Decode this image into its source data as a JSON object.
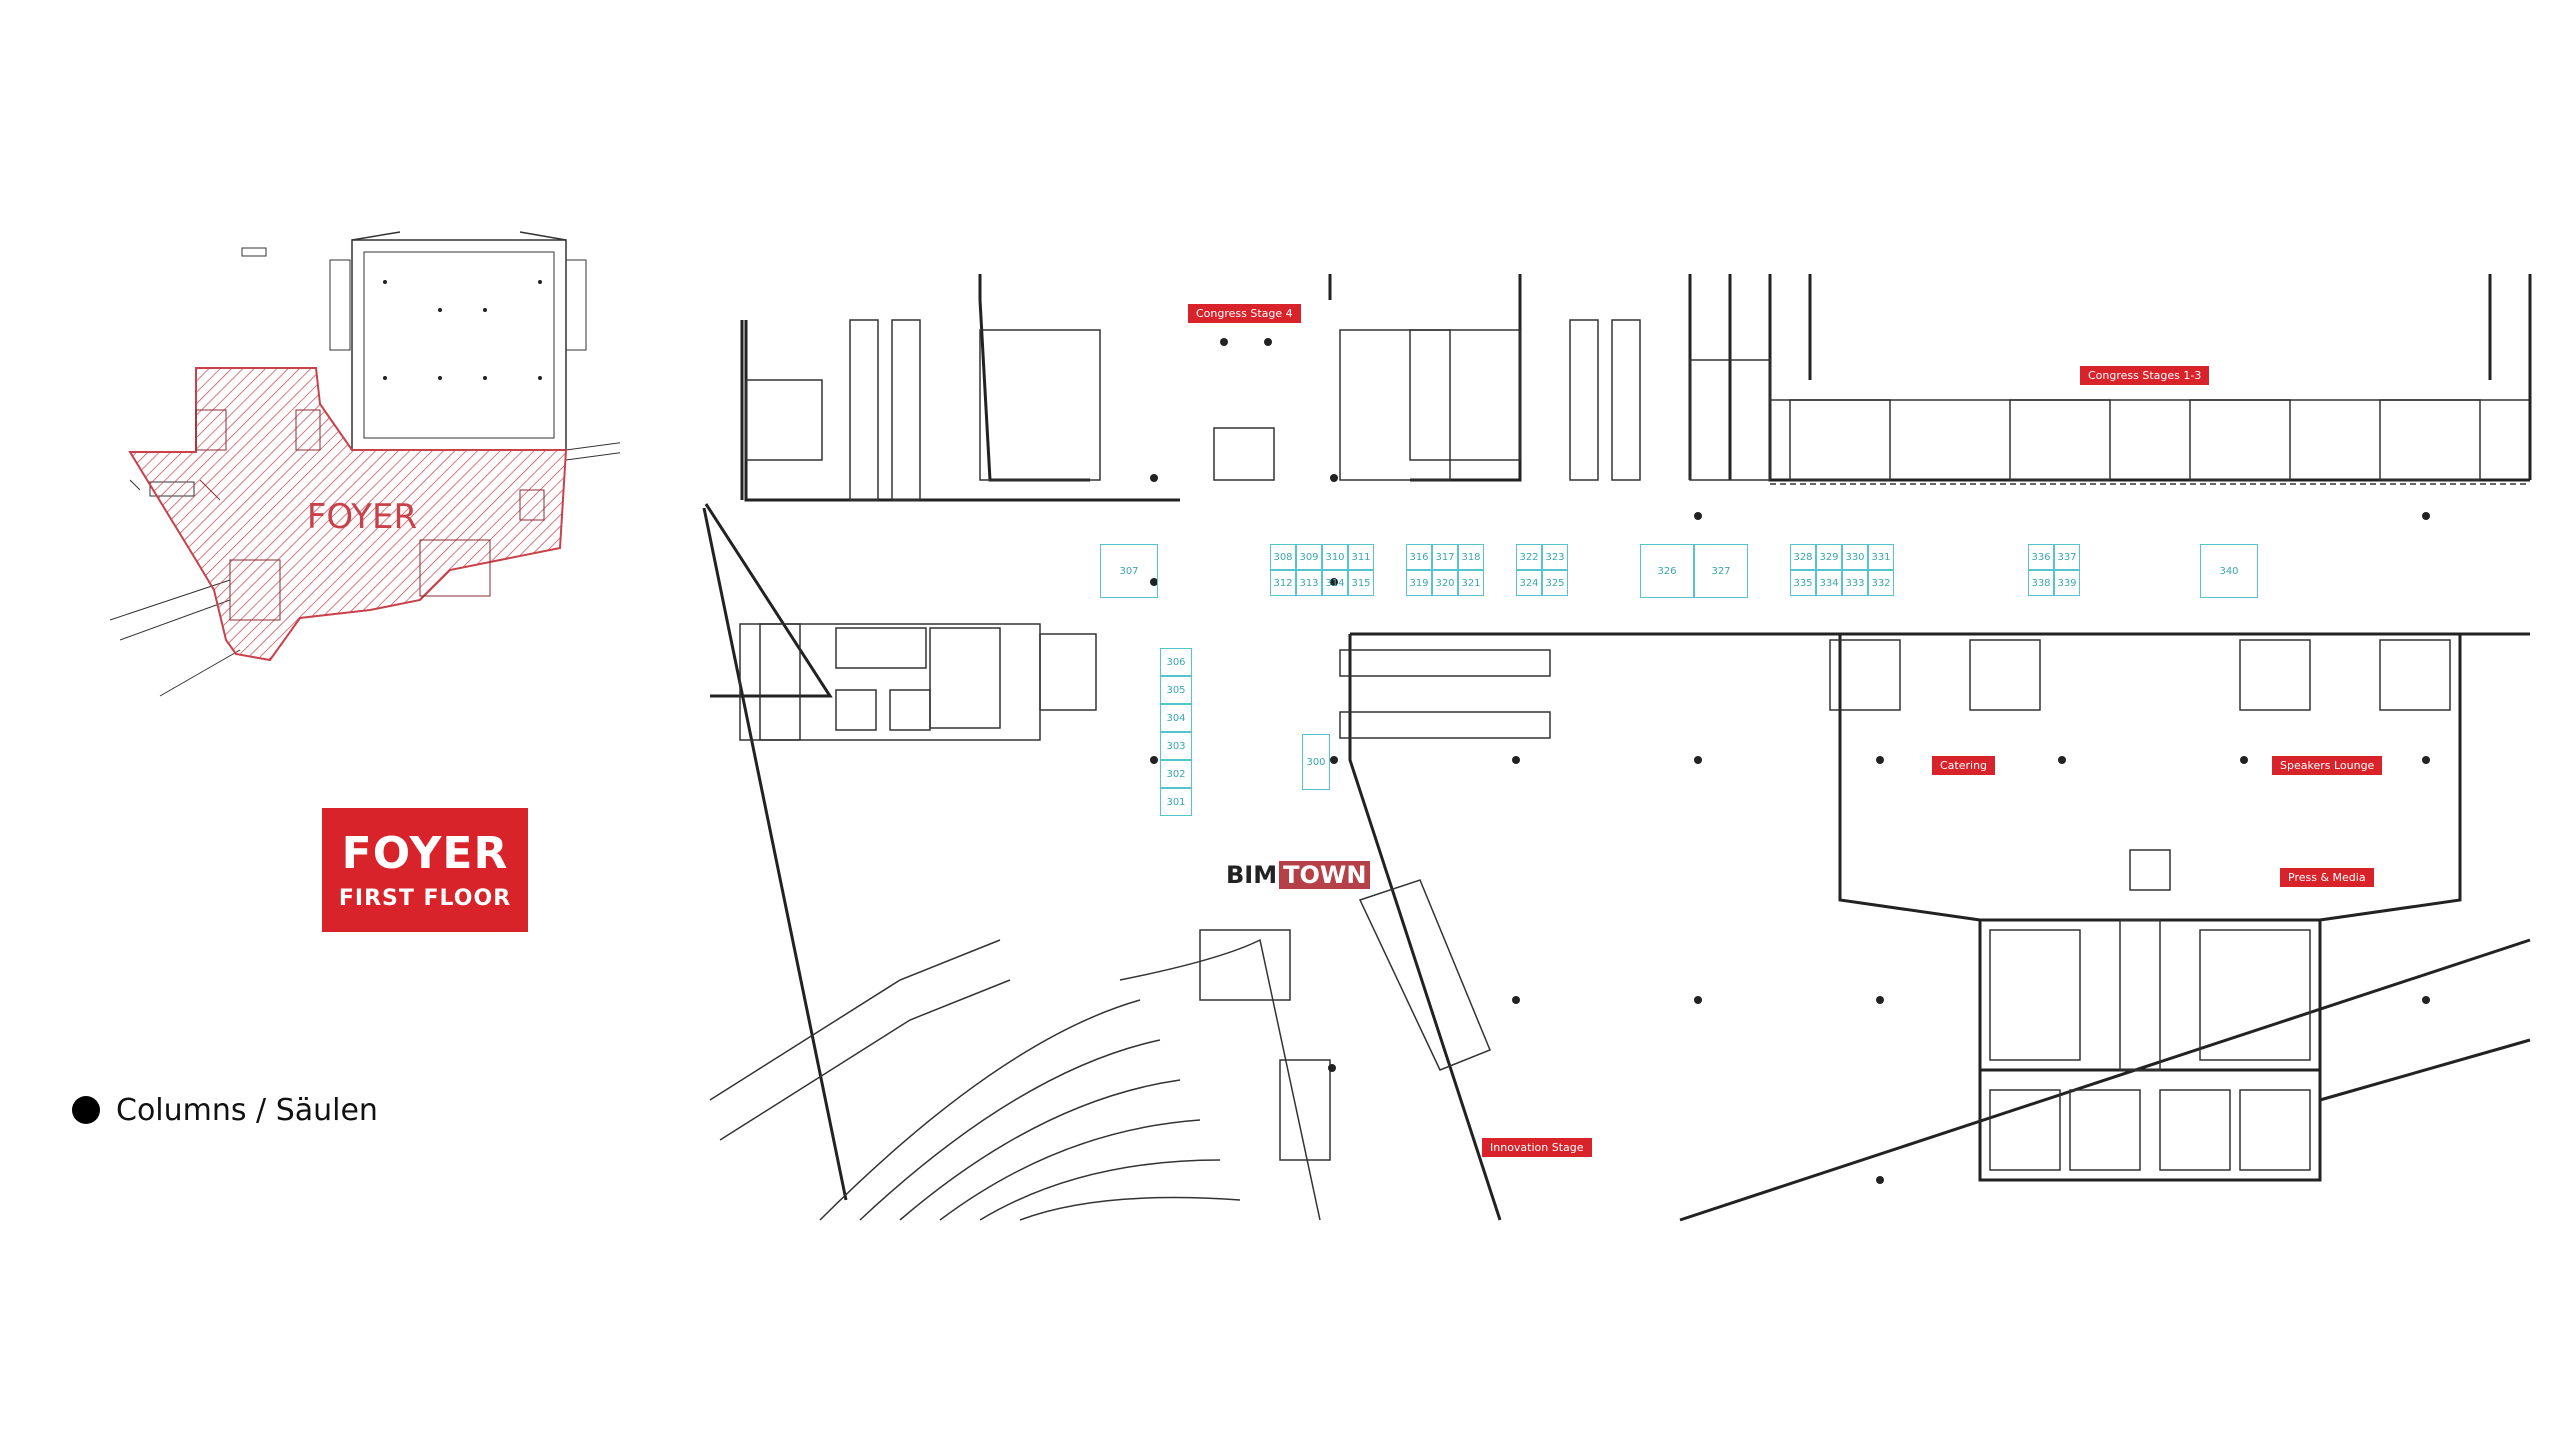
{
  "overview": {
    "label": "FOYER"
  },
  "title_box": {
    "line1": "FOYER",
    "line2": "FIRST FLOOR"
  },
  "legend": {
    "text": "Columns / Säulen"
  },
  "stage_labels": {
    "congress_stage_4": "Congress Stage 4",
    "congress_stages_1_3": "Congress Stages 1-3",
    "catering": "Catering",
    "speakers_lounge": "Speakers Lounge",
    "press_media": "Press & Media",
    "innovation_stage": "Innovation Stage"
  },
  "bimtown": {
    "part1": "BIM",
    "part2": "TOWN"
  },
  "booths": {
    "b300": "300",
    "b301": "301",
    "b302": "302",
    "b303": "303",
    "b304": "304",
    "b305": "305",
    "b306": "306",
    "b307": "307",
    "b308": "308",
    "b309": "309",
    "b310": "310",
    "b311": "311",
    "b312": "312",
    "b313": "313",
    "b314": "314",
    "b315": "315",
    "b316": "316",
    "b317": "317",
    "b318": "318",
    "b319": "319",
    "b320": "320",
    "b321": "321",
    "b322": "322",
    "b323": "323",
    "b324": "324",
    "b325": "325",
    "b326": "326",
    "b327": "327",
    "b328": "328",
    "b329": "329",
    "b330": "330",
    "b331": "331",
    "b332": "332",
    "b333": "333",
    "b334": "334",
    "b335": "335",
    "b336": "336",
    "b337": "337",
    "b338": "338",
    "b339": "339",
    "b340": "340"
  },
  "colors": {
    "accent_red": "#d8232a",
    "booth_cyan": "#55c4cc",
    "line": "#222222"
  }
}
